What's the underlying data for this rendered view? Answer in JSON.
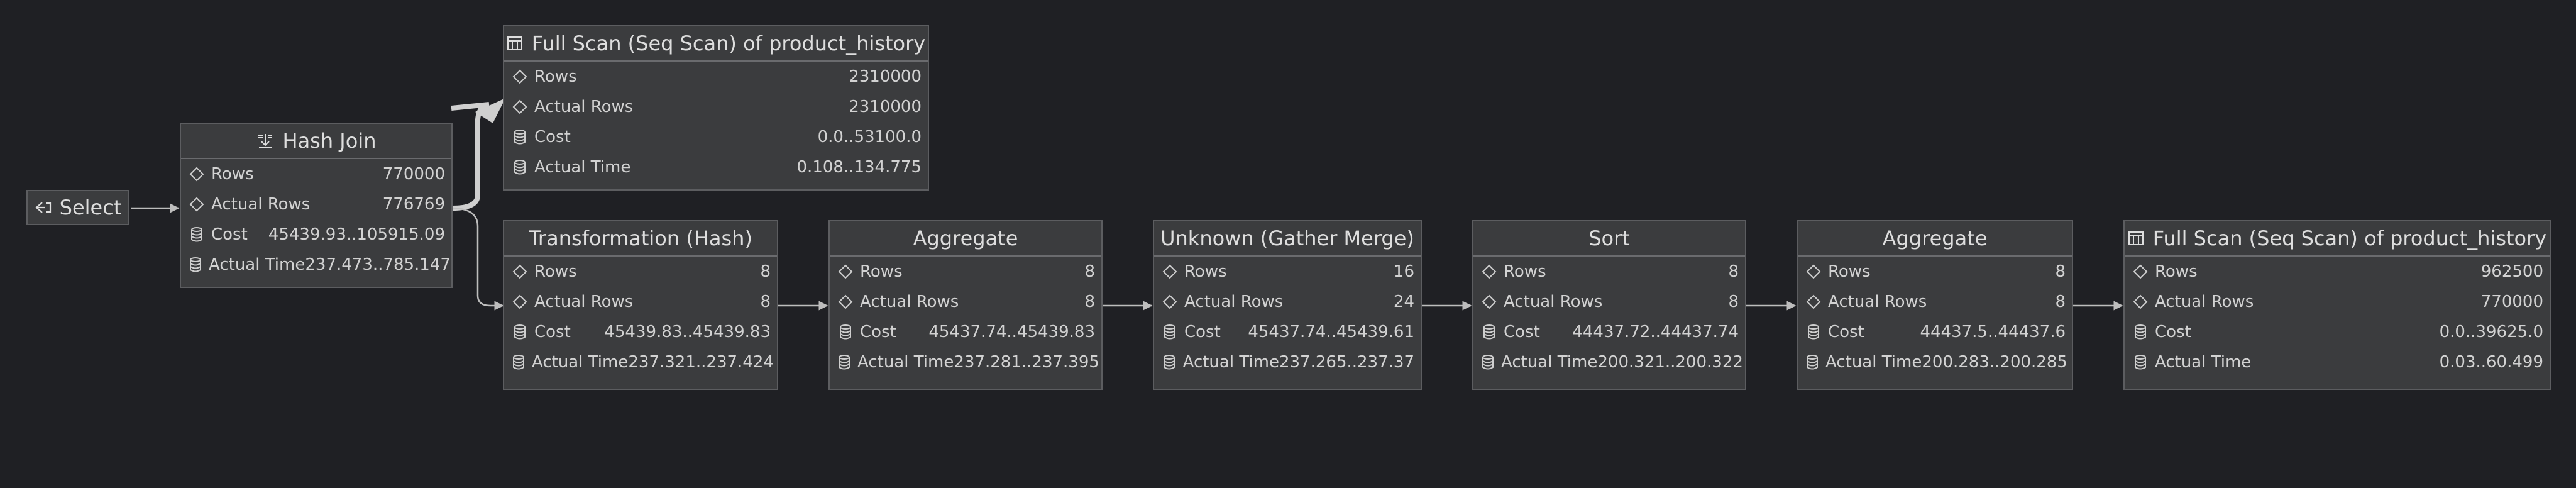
{
  "select": {
    "label": "Select"
  },
  "row_labels": {
    "rows": "Rows",
    "actual_rows": "Actual Rows",
    "cost": "Cost",
    "actual_time": "Actual Time"
  },
  "nodes": [
    {
      "title": "Hash Join",
      "icon": "hash-join-icon",
      "rows": "770000",
      "actual_rows": "776769",
      "cost": "45439.93..105915.09",
      "actual_time": "237.473..785.147"
    },
    {
      "title": "Full Scan (Seq Scan) of product_history",
      "icon": "table-icon",
      "rows": "2310000",
      "actual_rows": "2310000",
      "cost": "0.0..53100.0",
      "actual_time": "0.108..134.775"
    },
    {
      "title": "Transformation (Hash)",
      "icon": "",
      "rows": "8",
      "actual_rows": "8",
      "cost": "45439.83..45439.83",
      "actual_time": "237.321..237.424"
    },
    {
      "title": "Aggregate",
      "icon": "",
      "rows": "8",
      "actual_rows": "8",
      "cost": "45437.74..45439.83",
      "actual_time": "237.281..237.395"
    },
    {
      "title": "Unknown (Gather Merge)",
      "icon": "",
      "rows": "16",
      "actual_rows": "24",
      "cost": "45437.74..45439.61",
      "actual_time": "237.265..237.37"
    },
    {
      "title": "Sort",
      "icon": "",
      "rows": "8",
      "actual_rows": "8",
      "cost": "44437.72..44437.74",
      "actual_time": "200.321..200.322"
    },
    {
      "title": "Aggregate",
      "icon": "",
      "rows": "8",
      "actual_rows": "8",
      "cost": "44437.5..44437.6",
      "actual_time": "200.283..200.285"
    },
    {
      "title": "Full Scan (Seq Scan) of product_history",
      "icon": "table-icon",
      "rows": "962500",
      "actual_rows": "770000",
      "cost": "0.0..39625.0",
      "actual_time": "0.03..60.499"
    }
  ],
  "colors": {
    "background": "#1f2024",
    "node_fill": "#3b3c3e",
    "node_border": "#5c5d60",
    "edge": "#bdbdbd",
    "text": "#d6d6d6"
  }
}
